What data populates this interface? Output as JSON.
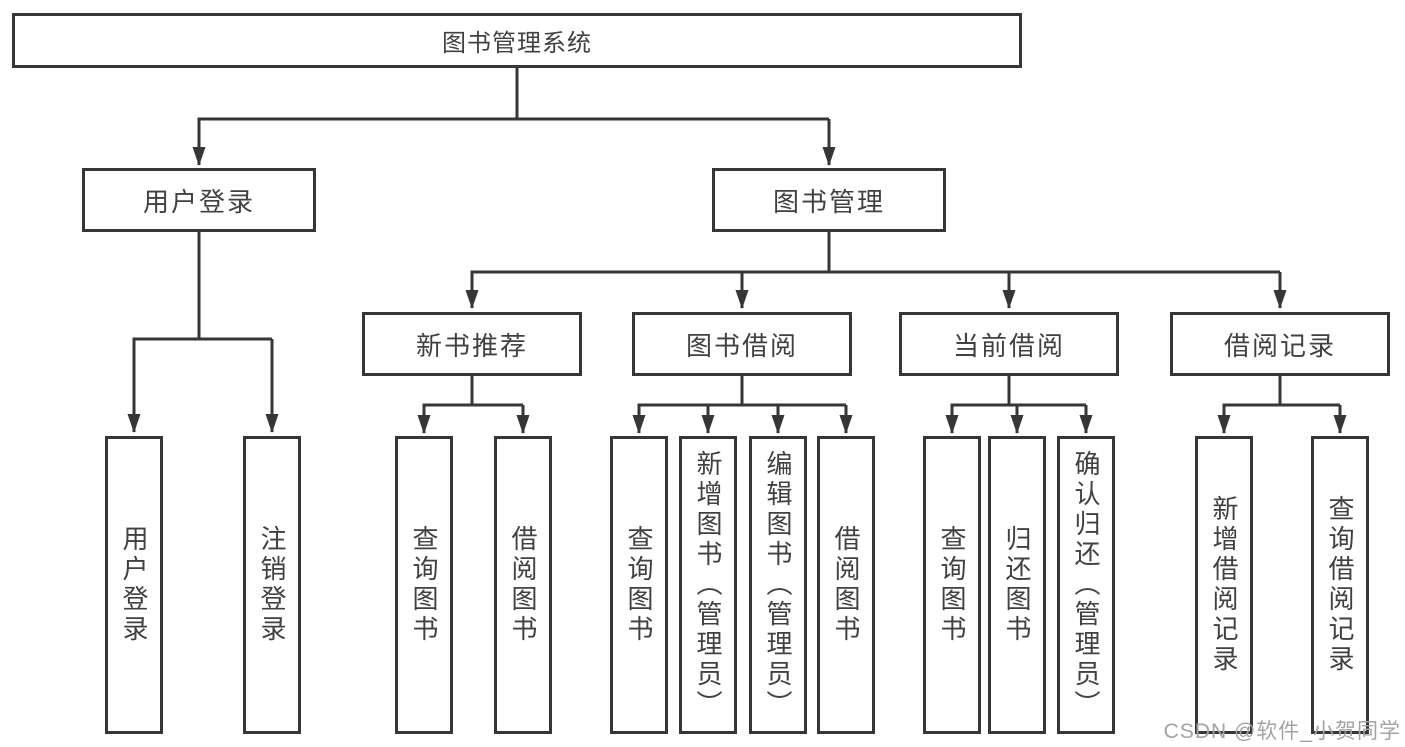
{
  "tree": {
    "root": {
      "label": "图书管理系统",
      "children": [
        {
          "label": "用户登录",
          "children": [
            {
              "label": "用户登录"
            },
            {
              "label": "注销登录"
            }
          ]
        },
        {
          "label": "图书管理",
          "children": [
            {
              "label": "新书推荐",
              "children": [
                {
                  "label": "查询图书"
                },
                {
                  "label": "借阅图书"
                }
              ]
            },
            {
              "label": "图书借阅",
              "children": [
                {
                  "label": "查询图书"
                },
                {
                  "label": "新增图书（管理员）"
                },
                {
                  "label": "编辑图书（管理员）"
                },
                {
                  "label": "借阅图书"
                }
              ]
            },
            {
              "label": "当前借阅",
              "children": [
                {
                  "label": "查询图书"
                },
                {
                  "label": "归还图书"
                },
                {
                  "label": "确认归还（管理员）"
                }
              ]
            },
            {
              "label": "借阅记录",
              "children": [
                {
                  "label": "新增借阅记录"
                },
                {
                  "label": "查询借阅记录"
                }
              ]
            }
          ]
        }
      ]
    }
  },
  "watermark": {
    "text": "CSDN @软件_小贺同学"
  },
  "colors": {
    "line": "#363636",
    "text": "#414141",
    "watermark": "#a3a3a3",
    "background": "#ffffff"
  }
}
